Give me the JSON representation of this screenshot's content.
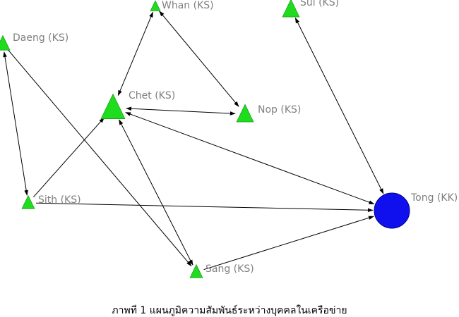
{
  "nodes": [
    {
      "id": "whan",
      "label": "Whan (KS)",
      "shape": "triangle"
    },
    {
      "id": "sui",
      "label": "Sui (KS)",
      "shape": "triangle"
    },
    {
      "id": "daeng",
      "label": "Daeng (KS)",
      "shape": "triangle"
    },
    {
      "id": "chet",
      "label": "Chet (KS)",
      "shape": "triangle"
    },
    {
      "id": "nop",
      "label": "Nop (KS)",
      "shape": "triangle"
    },
    {
      "id": "sith",
      "label": "Sith (KS)",
      "shape": "triangle"
    },
    {
      "id": "sang",
      "label": "Sang (KS)",
      "shape": "triangle"
    },
    {
      "id": "tong",
      "label": "Tong (KK)",
      "shape": "circle"
    }
  ],
  "edges": [
    {
      "from": "whan",
      "to": "chet",
      "bidirectional": true
    },
    {
      "from": "whan",
      "to": "nop",
      "bidirectional": true
    },
    {
      "from": "chet",
      "to": "nop",
      "bidirectional": true
    },
    {
      "from": "sui",
      "to": "tong",
      "bidirectional": true
    },
    {
      "from": "chet",
      "to": "tong",
      "bidirectional": true
    },
    {
      "from": "daeng",
      "to": "sith",
      "bidirectional": true
    },
    {
      "from": "daeng",
      "to": "sang",
      "bidirectional": false
    },
    {
      "from": "chet",
      "to": "sang",
      "bidirectional": true
    },
    {
      "from": "sith",
      "to": "chet",
      "bidirectional": false
    },
    {
      "from": "sith",
      "to": "tong",
      "bidirectional": false
    },
    {
      "from": "sang",
      "to": "tong",
      "bidirectional": false
    }
  ],
  "colors": {
    "triangle_fill": "#1fdc1f",
    "circle_fill": "#1010ee",
    "edge": "#000000",
    "label": "#808080"
  },
  "caption": "ภาพที่ 1 แผนภูมิความสัมพันธ์ระหว่างบุคคลในเครือข่าย"
}
